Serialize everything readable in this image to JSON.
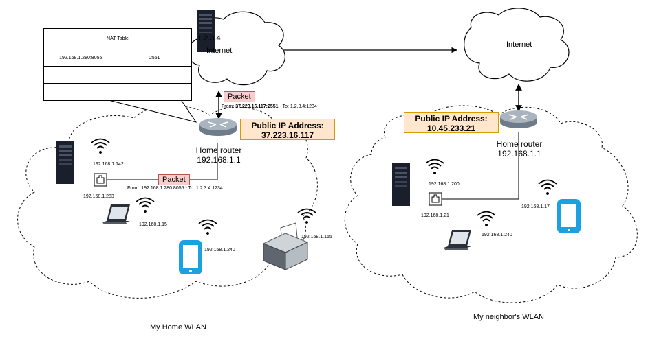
{
  "nat_table": {
    "title": "NAT Table",
    "rows": [
      [
        "192.168.1.280:8055",
        "2551"
      ],
      [
        "",
        ""
      ],
      [
        "",
        ""
      ]
    ]
  },
  "left_net": {
    "internet_ip": "1.2.3.4",
    "internet_label": "Internet",
    "packet_top": "Packet",
    "packet_top_from_prefix": "From: ",
    "packet_top_from_addr": "37.223.16.117:2551",
    "packet_top_to": " - To: 1.2.3.4:1234",
    "public_ip_title": "Public IP Address:",
    "public_ip_value": "37.223.16.117",
    "router_name": "Home router",
    "router_ip": "192.168.1.1",
    "packet_lan": "Packet",
    "packet_lan_caption": "From: 192.168.1.280:8055 - To: 1.2.3.4:1234",
    "server_wifi_ip": "192.168.1.142",
    "server_wired_ip": "192.168.1.283",
    "laptop_ip": "192.168.1.15",
    "phone_ip": "192.168.1.240",
    "printer_ip": "192.168.1.155",
    "wlan_label": "My Home WLAN"
  },
  "right_net": {
    "internet_label": "Internet",
    "public_ip_title": "Public IP Address:",
    "public_ip_value": "10.45.233.21",
    "router_name": "Home router",
    "router_ip": "192.168.1.1",
    "server_wifi_ip": "192.168.1.200",
    "server_wired_ip": "192.168.1.21",
    "phone_ip": "192.168.1.17",
    "laptop_ip": "192.168.1.240",
    "wlan_label": "My neighbor's WLAN"
  },
  "colors": {
    "packet_fill": "#f8cecc",
    "packet_border": "#b85450",
    "ip_fill": "#ffe6cc",
    "ip_border": "#d79b00",
    "phone": "#1ba1e2"
  },
  "icons": [
    "server-icon",
    "router-icon",
    "laptop-icon",
    "phone-icon",
    "printer-icon",
    "wifi-icon",
    "ethernet-port-icon",
    "cloud-icon"
  ]
}
